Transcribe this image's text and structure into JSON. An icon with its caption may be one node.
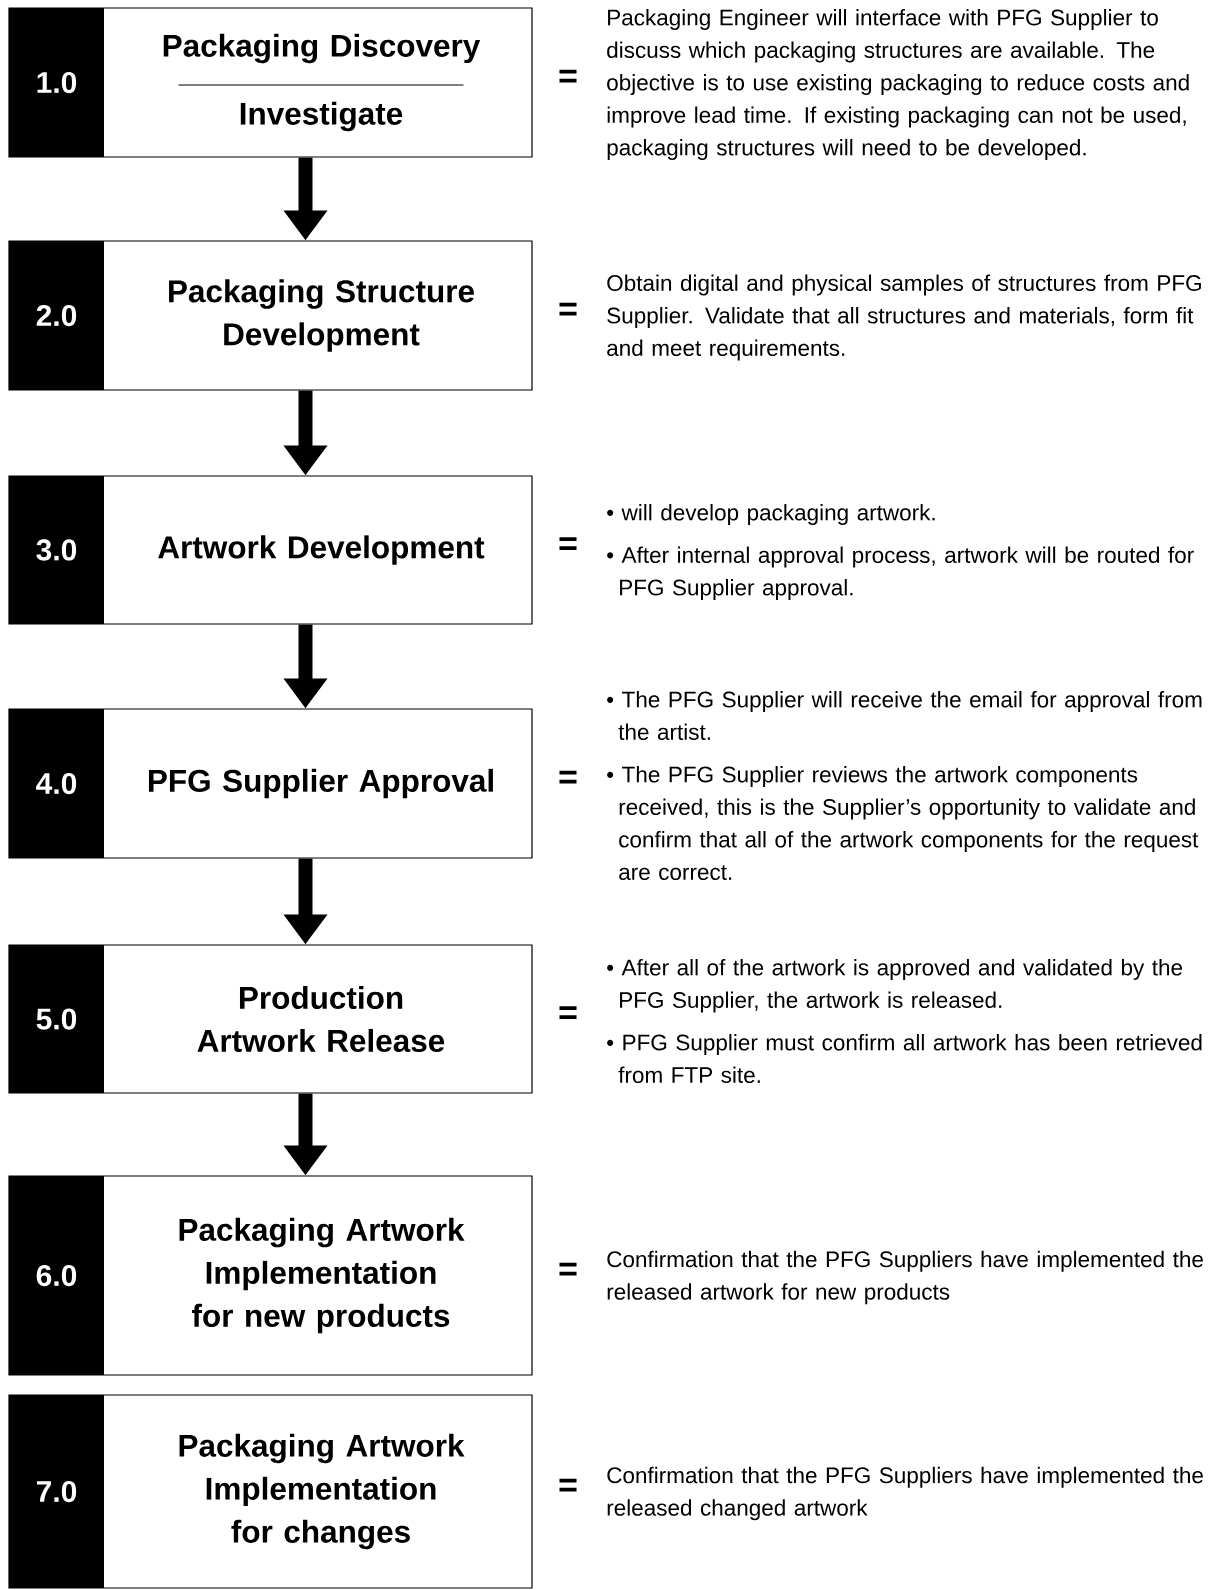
{
  "diagram": {
    "nodes": [
      {
        "text": [
          "1.0",
          "Packaging Discovery",
          "Investigate"
        ],
        "beside": [
          "=",
          "Packaging Engineer will interface with PFG Supplier to discuss which packaging structures are available. The objective is to use existing packaging to reduce costs and improve lead time. If existing packaging can not be used, packaging structures will need to be developed."
        ]
      },
      {
        "text": [
          "2.0",
          "Packaging Structure Development"
        ],
        "beside": [
          "=",
          "Obtain digital and physical samples of structures from PFG Supplier. Validate that all structures and materials, form fit and meet requirements."
        ]
      },
      {
        "text": [
          "3.0",
          "Artwork Development"
        ],
        "beside": [
          "=",
          "• will develop packaging artwork.",
          "• After internal approval process, artwork will be routed for PFG Supplier approval."
        ]
      },
      {
        "text": [
          "4.0",
          "PFG Supplier Approval"
        ],
        "beside": [
          "=",
          "• The PFG Supplier will receive the email for approval from the artist.",
          "• The PFG Supplier reviews the artwork components received, this is the Supplier’s opportunity to validate and confirm that all of the artwork components for the request are correct."
        ]
      },
      {
        "text": [
          "5.0",
          "Production Artwork Release"
        ],
        "beside": [
          "=",
          "• After all of the artwork is approved and validated by the PFG Supplier, the artwork is released.",
          "• PFG Supplier must confirm all artwork has been retrieved from FTP site."
        ]
      },
      {
        "text": [
          "6.0",
          "Packaging Artwork Implementation for new products"
        ],
        "beside": [
          "=",
          "Confirmation that the PFG Suppliers have implemented the released artwork for new products"
        ]
      },
      {
        "text": [
          "7.0",
          "Packaging Artwork Implementation for changes"
        ],
        "beside": [
          "=",
          "Confirmation that the PFG Suppliers have implemented the released changed artwork"
        ]
      }
    ],
    "edges": [
      {
        "from": 0,
        "to": 1,
        "arrow": "to"
      },
      {
        "from": 1,
        "to": 2,
        "arrow": "to"
      },
      {
        "from": 2,
        "to": 3,
        "arrow": "to"
      },
      {
        "from": 3,
        "to": 4,
        "arrow": "to"
      },
      {
        "from": 4,
        "to": 5,
        "arrow": "to"
      }
    ]
  }
}
